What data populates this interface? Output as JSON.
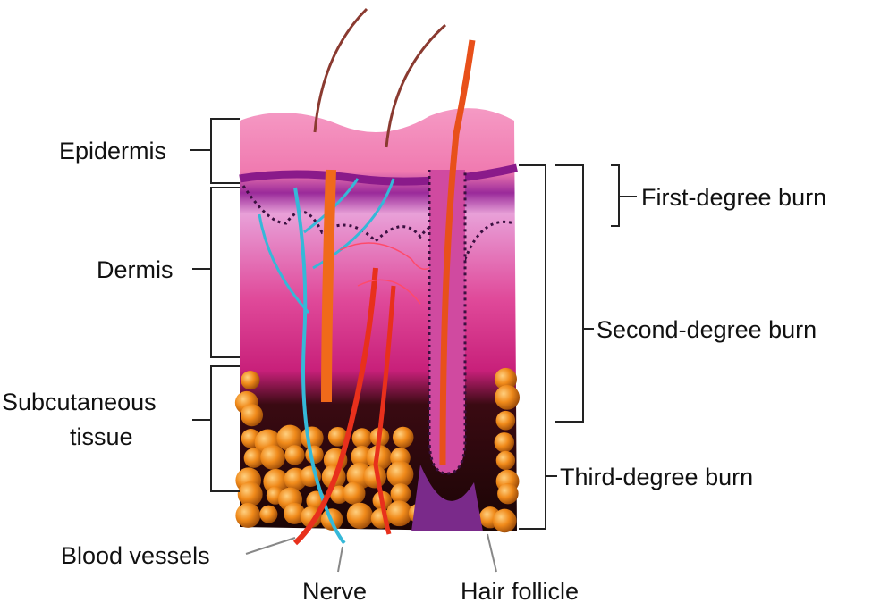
{
  "title": "Skin layers and burn depth",
  "layers": {
    "epidermis": "Epidermis",
    "dermis": "Dermis",
    "subcutaneous_line1": "Subcutaneous",
    "subcutaneous_line2": "tissue"
  },
  "structures": {
    "blood_vessels": "Blood vessels",
    "nerve": "Nerve",
    "hair_follicle": "Hair follicle"
  },
  "burns": {
    "first": "First-degree burn",
    "second": "Second-degree burn",
    "third": "Third-degree burn"
  },
  "colors": {
    "epidermis": "#f07ab0",
    "dermis": "#d8348a",
    "fat": "#f08a1a",
    "nerve": "#35b8d8",
    "vessel": "#e8301c"
  }
}
